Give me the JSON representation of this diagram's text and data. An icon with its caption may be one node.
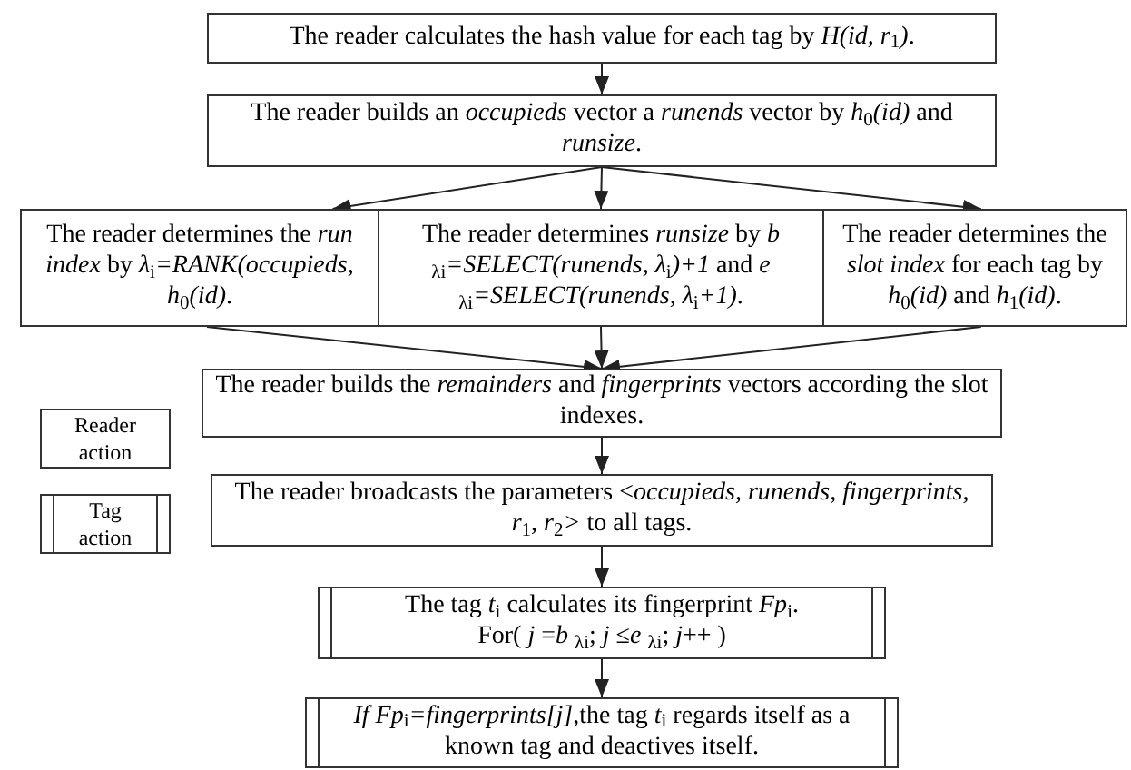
{
  "diagram": {
    "nodes": [
      {
        "text": [
          "The reader calculates the hash value for each tag by *H(id, r*$_{1}$*)*."
        ]
      },
      {
        "text": [
          "The reader builds an *occupieds* vector a *runends* vector by *h*$_{0}$*(id)* and *runsize*."
        ]
      },
      {
        "text": [
          "The reader determines the *run index* by *λ*$_{i}$*=RANK(occupieds, h*$_{0}$*(id)*."
        ]
      },
      {
        "text": [
          "The reader determines *runsize* by *b* $_{λi}$*=SELECT(runends, λ*$_{i}$*)+1* and *e* $_{λi}$*=SELECT(runends, λ*$_{i}$*+1)*."
        ]
      },
      {
        "text": [
          "The reader determines the *slot index* for each tag by *h*$_{0}$*(id)* and *h*$_{1}$*(id)*."
        ]
      },
      {
        "text": [
          "The reader builds the *remainders* and *fingerprints* vectors according the slot indexes."
        ]
      },
      {
        "text": [
          "Reader action"
        ]
      },
      {
        "text": [
          "Tag action"
        ]
      },
      {
        "text": [
          "The reader broadcasts the parameters <*occupieds, runends, fingerprints, r*$_{1}$*, r*$_{2}$*>* to all tags."
        ]
      },
      {
        "text": [
          "The tag *t*$_{i}$ calculates its fingerprint *Fp*$_{i}$.",
          "For( *j* =*b* $_{λi}$; *j* ≤*e* $_{λi}$; *j*++ )"
        ]
      },
      {
        "text": [
          "*If Fp*$_{i}$*=fingerprints[j]*,the tag *t*$_{i}$ regards itself as a known tag and deactives itself."
        ]
      }
    ],
    "edges": [
      {
        "from": 0,
        "to": 1,
        "arrow": "to"
      },
      {
        "from": 1,
        "to": 2,
        "arrow": "to"
      },
      {
        "from": 1,
        "to": 3,
        "arrow": "to"
      },
      {
        "from": 1,
        "to": 4,
        "arrow": "to"
      },
      {
        "from": 2,
        "to": 5,
        "arrow": "to"
      },
      {
        "from": 3,
        "to": 5,
        "arrow": "to"
      },
      {
        "from": 4,
        "to": 5,
        "arrow": "to"
      },
      {
        "from": 5,
        "to": 8,
        "arrow": "to"
      },
      {
        "from": 8,
        "to": 9,
        "arrow": "to"
      },
      {
        "from": 9,
        "to": 10,
        "arrow": "to"
      }
    ]
  }
}
